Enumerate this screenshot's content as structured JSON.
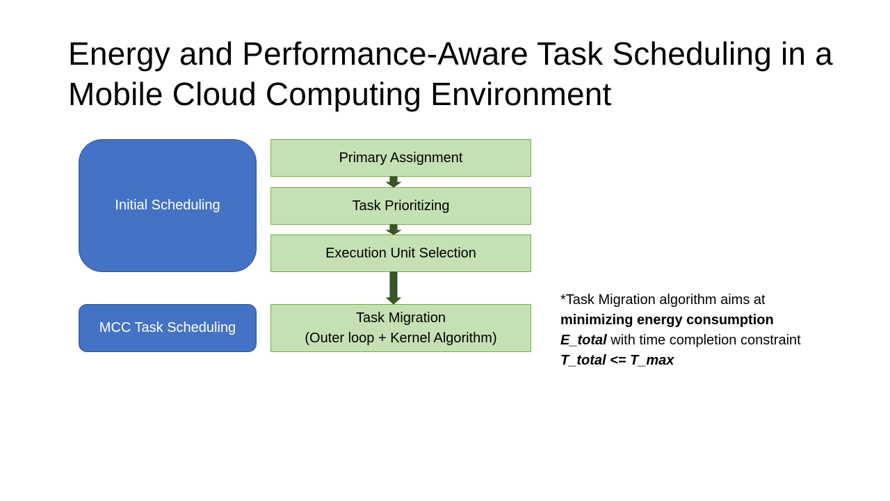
{
  "slide": {
    "title": "Energy and Performance-Aware Task Scheduling in a Mobile Cloud Computing Environment"
  },
  "phases": {
    "initial": "Initial Scheduling",
    "mcc": "MCC Task Scheduling"
  },
  "steps": {
    "primary_assignment": "Primary Assignment",
    "task_prioritizing": "Task Prioritizing",
    "execution_unit_selection": "Execution Unit Selection",
    "task_migration_line1": "Task Migration",
    "task_migration_line2": "(Outer loop + Kernel Algorithm)"
  },
  "note": {
    "part1": "*Task Migration algorithm aims at ",
    "bold1": "minimizing energy consumption",
    "space1": " ",
    "bolditalic1": "E_total",
    "part2": " with time completion constraint ",
    "bolditalic2": "T_total <= T_max"
  },
  "colors": {
    "phase_fill": "#4472c4",
    "step_fill": "#c5e0b4",
    "step_border": "#70ad47",
    "arrow": "#375623"
  }
}
